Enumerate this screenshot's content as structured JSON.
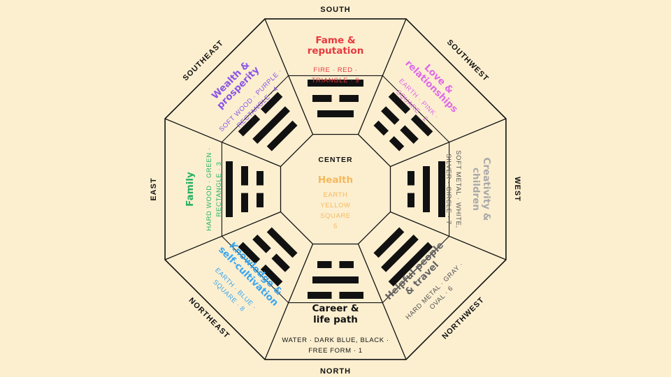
{
  "directions": {
    "south": "SOUTH",
    "southwest": "SOUTHWEST",
    "west": "WEST",
    "northwest": "NORTHWEST",
    "north": "NORTH",
    "northeast": "NORTHEAST",
    "east": "EAST",
    "southeast": "SOUTHEAST"
  },
  "center": {
    "label": "CENTER",
    "title": "Health",
    "lines": [
      "EARTH",
      "YELLOW",
      "SQUARE",
      "5"
    ],
    "color": "#f6b85c"
  },
  "areas": {
    "fame": {
      "title": [
        "Fame &",
        "reputation"
      ],
      "info": [
        "FIRE · RED ·",
        "TRIANGLE · 9"
      ],
      "color": "#e8393f"
    },
    "love": {
      "title": [
        "Love &",
        "relationships"
      ],
      "info": [
        "EARTH · PINK ·",
        "SQUARE · 2"
      ],
      "color": "#e06ae6"
    },
    "creativity": {
      "title": [
        "Creativity &",
        "children"
      ],
      "info": [
        "SOFT METAL · WHITE,",
        "SILVER · CIRCLE · 7"
      ],
      "color": "#a9a9a9",
      "info_color": "#555555"
    },
    "helpful": {
      "title": [
        "Helpful people",
        "& travel"
      ],
      "info": [
        "HARD METAL · GRAY ·",
        "OVAL · 6"
      ],
      "color": "#666666",
      "info_color": "#555555"
    },
    "career": {
      "title": [
        "Career &",
        "life path"
      ],
      "info": [
        "WATER · DARK BLUE, BLACK ·",
        "FREE FORM · 1"
      ],
      "color": "#111111"
    },
    "knowledge": {
      "title": [
        "Knowledge &",
        "self-cultivation"
      ],
      "info": [
        "EARTH · BLUE ·",
        "SQUARE · 8"
      ],
      "color": "#3aa7f0"
    },
    "family": {
      "title": [
        "Family"
      ],
      "info": [
        "HARD WOOD · GREEN ·",
        "RECTANGLE · 3"
      ],
      "color": "#22b060"
    },
    "wealth": {
      "title": [
        "Wealth &",
        "prosperity"
      ],
      "info": [
        "SOFT WOOD · PURPLE ·",
        "RECTANGLE · 4"
      ],
      "color": "#8a55e8"
    }
  }
}
